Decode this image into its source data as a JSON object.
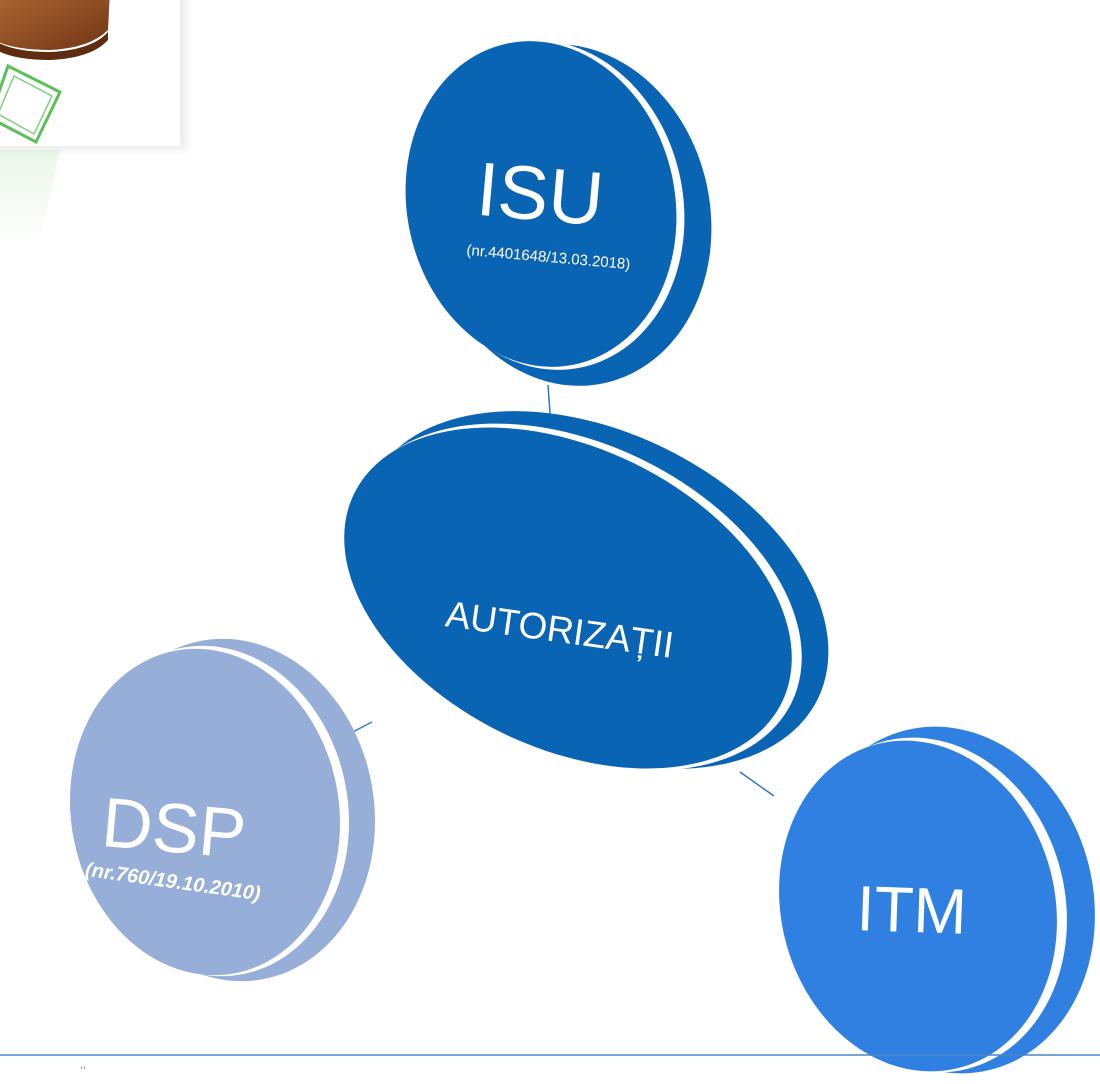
{
  "diagram": {
    "center": {
      "label": "AUTORIZAȚII"
    },
    "nodes": [
      {
        "id": "isu",
        "title": "ISU",
        "subtitle": "(nr.4401648/13.03.2018)"
      },
      {
        "id": "dsp",
        "title": "DSP",
        "subtitle": "(nr.760/19.10.2010)"
      },
      {
        "id": "itm",
        "title": "ITM",
        "subtitle": ""
      }
    ]
  },
  "footer": {
    "mark": "ʹʹ"
  },
  "colors": {
    "center": "#0A64B4",
    "isu": "#0A64B4",
    "itm": "#2F80E0",
    "dsp": "#96AED8",
    "connector": "#2E78C4",
    "separator": "#4A86C8",
    "stamp_wood": "#8B4A22",
    "stamp_green": "#5DBE5A"
  },
  "icons": [
    "rubber-stamp-icon"
  ]
}
